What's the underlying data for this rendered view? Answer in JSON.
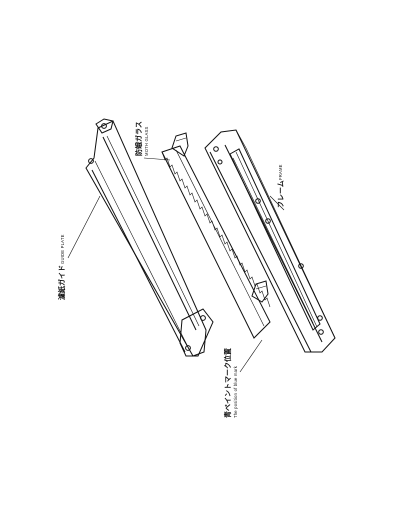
{
  "labels": {
    "guide_plate": {
      "jp": "濾紙ガイド",
      "en": "GUIDE PLATE"
    },
    "moth_glass": {
      "jp": "防蛾ガラス",
      "en": "MOTH GLASS"
    },
    "frame": {
      "jp": "フレーム",
      "en": "FRAME"
    },
    "paint_mark": {
      "jp": "青ペイントマーク位置",
      "en": "The position of blue mark"
    }
  }
}
